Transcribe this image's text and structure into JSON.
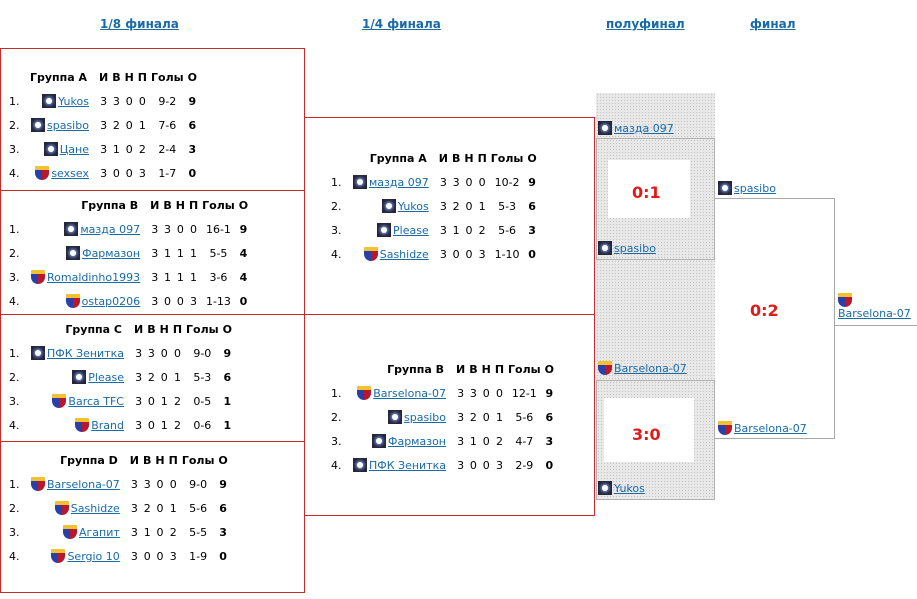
{
  "stages": {
    "round16": "1/8 финала",
    "quarter": "1/4 финала",
    "semi": "полуфинал",
    "final": "финал"
  },
  "headers": [
    "И",
    "В",
    "Н",
    "П",
    "Голы",
    "О"
  ],
  "round16_groups": [
    {
      "title": "Группа A",
      "teams": [
        {
          "rank": "1.",
          "icon": "ball-icon",
          "name": "Yukos",
          "p": "3",
          "w": "3",
          "d": "0",
          "l": "0",
          "goals": "9-2",
          "pts": "9"
        },
        {
          "rank": "2.",
          "icon": "ball-icon",
          "name": "spasibo",
          "p": "3",
          "w": "2",
          "d": "0",
          "l": "1",
          "goals": "7-6",
          "pts": "6"
        },
        {
          "rank": "3.",
          "icon": "ball-icon",
          "name": "Цане",
          "p": "3",
          "w": "1",
          "d": "0",
          "l": "2",
          "goals": "2-4",
          "pts": "3"
        },
        {
          "rank": "4.",
          "icon": "crest-icon",
          "name": "sexsex",
          "p": "3",
          "w": "0",
          "d": "0",
          "l": "3",
          "goals": "1-7",
          "pts": "0"
        }
      ]
    },
    {
      "title": "Группа B",
      "teams": [
        {
          "rank": "1.",
          "icon": "ball-icon",
          "name": "мазда 097",
          "p": "3",
          "w": "3",
          "d": "0",
          "l": "0",
          "goals": "16-1",
          "pts": "9"
        },
        {
          "rank": "2.",
          "icon": "ball-icon",
          "name": "Фармазон",
          "p": "3",
          "w": "1",
          "d": "1",
          "l": "1",
          "goals": "5-5",
          "pts": "4"
        },
        {
          "rank": "3.",
          "icon": "crest-icon",
          "name": "Romaldinho1993",
          "p": "3",
          "w": "1",
          "d": "1",
          "l": "1",
          "goals": "3-6",
          "pts": "4"
        },
        {
          "rank": "4.",
          "icon": "crest-icon",
          "name": "ostap0206",
          "p": "3",
          "w": "0",
          "d": "0",
          "l": "3",
          "goals": "1-13",
          "pts": "0"
        }
      ]
    },
    {
      "title": "Группа C",
      "teams": [
        {
          "rank": "1.",
          "icon": "ball-icon",
          "name": "ПФК Зенитка",
          "p": "3",
          "w": "3",
          "d": "0",
          "l": "0",
          "goals": "9-0",
          "pts": "9"
        },
        {
          "rank": "2.",
          "icon": "ball-icon",
          "name": "Please",
          "p": "3",
          "w": "2",
          "d": "0",
          "l": "1",
          "goals": "5-3",
          "pts": "6"
        },
        {
          "rank": "3.",
          "icon": "crest-icon",
          "name": "Barca TFC",
          "p": "3",
          "w": "0",
          "d": "1",
          "l": "2",
          "goals": "0-5",
          "pts": "1"
        },
        {
          "rank": "4.",
          "icon": "crest-icon",
          "name": "Brand",
          "p": "3",
          "w": "0",
          "d": "1",
          "l": "2",
          "goals": "0-6",
          "pts": "1"
        }
      ]
    },
    {
      "title": "Группа D",
      "teams": [
        {
          "rank": "1.",
          "icon": "crest-icon",
          "name": "Barselona-07",
          "p": "3",
          "w": "3",
          "d": "0",
          "l": "0",
          "goals": "9-0",
          "pts": "9"
        },
        {
          "rank": "2.",
          "icon": "crest-icon",
          "name": "Sashidze",
          "p": "3",
          "w": "2",
          "d": "0",
          "l": "1",
          "goals": "5-6",
          "pts": "6"
        },
        {
          "rank": "3.",
          "icon": "crest-icon",
          "name": "Агапит",
          "p": "3",
          "w": "1",
          "d": "0",
          "l": "2",
          "goals": "5-5",
          "pts": "3"
        },
        {
          "rank": "4.",
          "icon": "crest-icon",
          "name": "Sergio 10",
          "p": "3",
          "w": "0",
          "d": "0",
          "l": "3",
          "goals": "1-9",
          "pts": "0"
        }
      ]
    }
  ],
  "quarter_groups": [
    {
      "title": "Группа A",
      "teams": [
        {
          "rank": "1.",
          "icon": "ball-icon",
          "name": "мазда 097",
          "p": "3",
          "w": "3",
          "d": "0",
          "l": "0",
          "goals": "10-2",
          "pts": "9"
        },
        {
          "rank": "2.",
          "icon": "ball-icon",
          "name": "Yukos",
          "p": "3",
          "w": "2",
          "d": "0",
          "l": "1",
          "goals": "5-3",
          "pts": "6"
        },
        {
          "rank": "3.",
          "icon": "ball-icon",
          "name": "Please",
          "p": "3",
          "w": "1",
          "d": "0",
          "l": "2",
          "goals": "5-6",
          "pts": "3"
        },
        {
          "rank": "4.",
          "icon": "crest-icon",
          "name": "Sashidze",
          "p": "3",
          "w": "0",
          "d": "0",
          "l": "3",
          "goals": "1-10",
          "pts": "0"
        }
      ]
    },
    {
      "title": "Группа B",
      "teams": [
        {
          "rank": "1.",
          "icon": "crest-icon",
          "name": "Barselona-07",
          "p": "3",
          "w": "3",
          "d": "0",
          "l": "0",
          "goals": "12-1",
          "pts": "9"
        },
        {
          "rank": "2.",
          "icon": "ball-icon",
          "name": "spasibo",
          "p": "3",
          "w": "2",
          "d": "0",
          "l": "1",
          "goals": "5-6",
          "pts": "6"
        },
        {
          "rank": "3.",
          "icon": "ball-icon",
          "name": "Фармазон",
          "p": "3",
          "w": "1",
          "d": "0",
          "l": "2",
          "goals": "4-7",
          "pts": "3"
        },
        {
          "rank": "4.",
          "icon": "ball-icon",
          "name": "ПФК Зенитка",
          "p": "3",
          "w": "0",
          "d": "0",
          "l": "3",
          "goals": "2-9",
          "pts": "0"
        }
      ]
    }
  ],
  "semifinals": [
    {
      "team1": "мазда 097",
      "team1_icon": "ball-icon",
      "team2": "spasibo",
      "team2_icon": "ball-icon",
      "score": "0:1",
      "winner": "spasibo",
      "winner_icon": "ball-icon"
    },
    {
      "team1": "Barselona-07",
      "team1_icon": "crest-icon",
      "team2": "Yukos",
      "team2_icon": "ball-icon",
      "score": "3:0",
      "winner": "Barselona-07",
      "winner_icon": "crest-icon"
    }
  ],
  "final": {
    "score": "0:2",
    "winner": "Barselona-07",
    "winner_icon": "crest-icon"
  }
}
